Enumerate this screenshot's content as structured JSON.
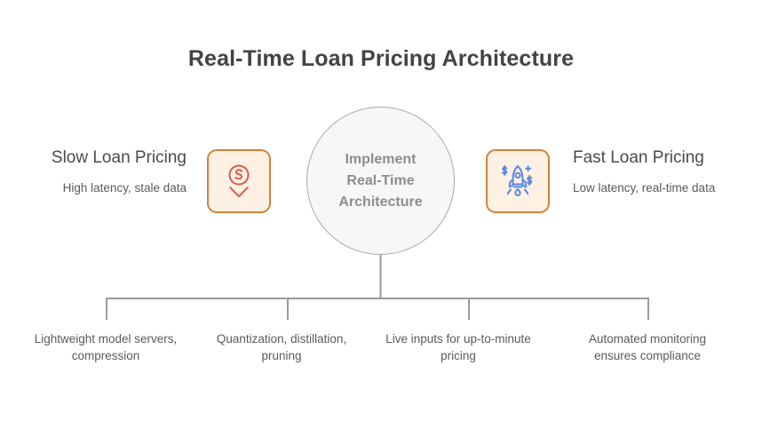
{
  "title": "Real-Time Loan Pricing Architecture",
  "center": {
    "line1": "Implement",
    "line2": "Real-Time",
    "line3": "Architecture"
  },
  "left": {
    "heading": "Slow Loan Pricing",
    "subtitle": "High latency, stale data",
    "icon": "slow-pricing-icon"
  },
  "right": {
    "heading": "Fast Loan Pricing",
    "subtitle": "Low latency, real-time data",
    "icon": "fast-pricing-rocket-icon"
  },
  "leaves": [
    {
      "text": "Lightweight model servers, compression"
    },
    {
      "text": "Quantization, distillation, pruning"
    },
    {
      "text": "Live inputs for up-to-minute pricing"
    },
    {
      "text": "Automated monitoring ensures compliance"
    }
  ],
  "colors": {
    "background": "#ffffff",
    "title_text": "#434343",
    "body_text": "#5a5a5a",
    "heading_text": "#4a4a4a",
    "center_fill": "#f7f7f7",
    "center_border": "#a9a9a9",
    "center_text": "#8d8d8d",
    "tile_fill": "#fdf1e4",
    "tile_border": "#d4803a",
    "slow_icon": "#e0584f",
    "fast_icon": "#5b87e0",
    "connector": "#9a9a9a"
  }
}
